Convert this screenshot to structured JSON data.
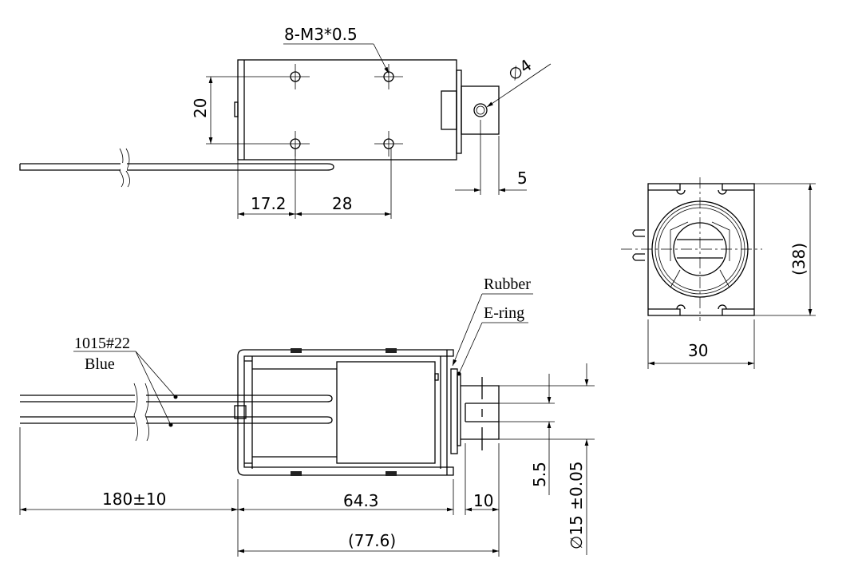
{
  "top_view": {
    "thread_label": "8-M3*0.5",
    "hole_label": "∅4",
    "dim_height": "20",
    "dim_offset": "17.2",
    "dim_spacing": "28",
    "dim_hole_pos": "5"
  },
  "side_view": {
    "wire_label": "1015#22",
    "wire_color": "Blue",
    "rubber_label": "Rubber",
    "ering_label": "E-ring",
    "dim_wire_length": "180±10",
    "dim_body_length": "64.3",
    "dim_stroke": "10",
    "dim_total": "(77.6)",
    "dim_slot": "5.5",
    "dim_plunger_dia": "∅15 ±0.05"
  },
  "end_view": {
    "dim_height": "(38)",
    "dim_width": "30"
  }
}
